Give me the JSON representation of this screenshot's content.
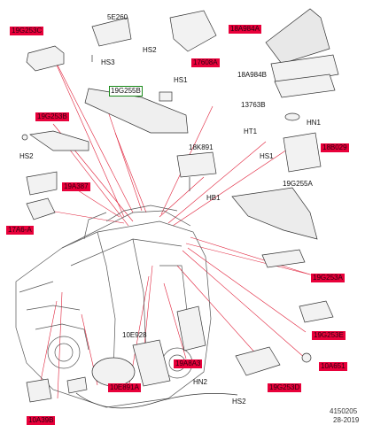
{
  "callouts": [
    {
      "id": "c1",
      "text": "19G253C",
      "style": "red"
    },
    {
      "id": "c2",
      "text": "5E260",
      "style": "plain"
    },
    {
      "id": "c3",
      "text": "HS3",
      "style": "plain"
    },
    {
      "id": "c4",
      "text": "HS2",
      "style": "plain"
    },
    {
      "id": "c5",
      "text": "17608A",
      "style": "red"
    },
    {
      "id": "c6",
      "text": "18A984A",
      "style": "red"
    },
    {
      "id": "c7",
      "text": "18A984B",
      "style": "plain"
    },
    {
      "id": "c8",
      "text": "HS1",
      "style": "plain"
    },
    {
      "id": "c9",
      "text": "19G255B",
      "style": "green"
    },
    {
      "id": "c10",
      "text": "13763B",
      "style": "plain"
    },
    {
      "id": "c11",
      "text": "HN1",
      "style": "plain"
    },
    {
      "id": "c12",
      "text": "19G253B",
      "style": "red"
    },
    {
      "id": "c13",
      "text": "HT1",
      "style": "plain"
    },
    {
      "id": "c14",
      "text": "18B029",
      "style": "red"
    },
    {
      "id": "c15",
      "text": "18K891",
      "style": "plain"
    },
    {
      "id": "c16",
      "text": "HS2",
      "style": "plain"
    },
    {
      "id": "c17",
      "text": "HS1",
      "style": "plain"
    },
    {
      "id": "c18",
      "text": "19G255A",
      "style": "plain"
    },
    {
      "id": "c19",
      "text": "19A387",
      "style": "red"
    },
    {
      "id": "c20",
      "text": "HB1",
      "style": "plain"
    },
    {
      "id": "c21",
      "text": "17A6-A",
      "style": "red"
    },
    {
      "id": "c22",
      "text": "19G253A",
      "style": "red"
    },
    {
      "id": "c23",
      "text": "10E928",
      "style": "plain"
    },
    {
      "id": "c24",
      "text": "19G253E",
      "style": "red"
    },
    {
      "id": "c25",
      "text": "10A651",
      "style": "red"
    },
    {
      "id": "c26",
      "text": "19A8A3",
      "style": "red"
    },
    {
      "id": "c27",
      "text": "10E891A",
      "style": "red"
    },
    {
      "id": "c28",
      "text": "HN2",
      "style": "plain"
    },
    {
      "id": "c29",
      "text": "19G253D",
      "style": "red"
    },
    {
      "id": "c30",
      "text": "HS2",
      "style": "plain"
    },
    {
      "id": "c31",
      "text": "10A39B",
      "style": "red"
    }
  ],
  "footer": {
    "ref_number": "4150205",
    "date": "28-2019"
  }
}
